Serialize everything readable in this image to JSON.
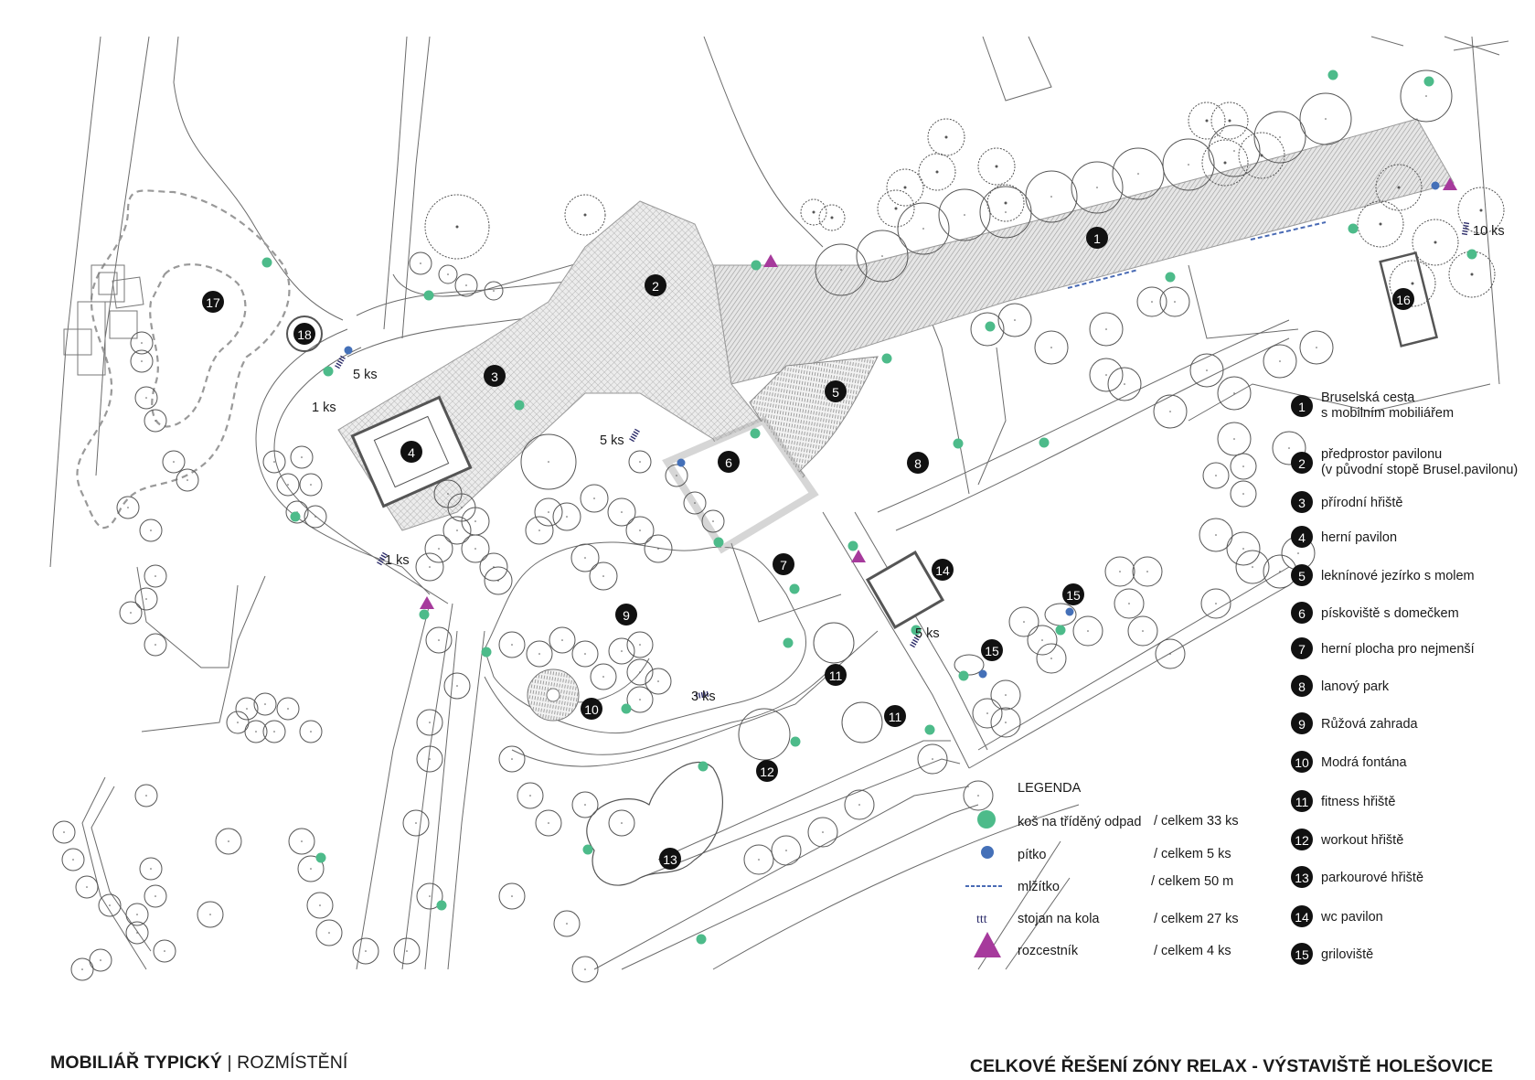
{
  "titles": {
    "left_bold": "MOBILIÁŘ TYPICKÝ",
    "left_separator": "|",
    "left_regular": "ROZMÍSTĚNÍ",
    "right": "CELKOVÉ ŘEŠENÍ ZÓNY RELAX - VÝSTAVIŠTĚ HOLEŠOVICE"
  },
  "colors": {
    "waste_bin": "#4dbb8a",
    "drinking_fountain": "#4470b8",
    "mister": "#4a6bb5",
    "bike_rack": "#2c2c6a",
    "signpost": "#a63a9c",
    "marker_fill": "#111111"
  },
  "legend": {
    "title": "LEGENDA",
    "items": [
      {
        "symbol": "green-dot-icon",
        "label": "koš na tříděný odpad",
        "total": "/ celkem 33 ks"
      },
      {
        "symbol": "blue-dot-icon",
        "label": "pítko",
        "total": "/ celkem 5 ks"
      },
      {
        "symbol": "dashed-line-icon",
        "label": "mlžítko",
        "total": "/ celkem 50 m"
      },
      {
        "symbol": "bike-rack-icon",
        "glyph": "ttt",
        "label": "stojan na kola",
        "total": "/ celkem 27 ks"
      },
      {
        "symbol": "triangle-icon",
        "label": "rozcestník",
        "total": "/ celkem 4 ks"
      }
    ]
  },
  "zones": [
    {
      "num": "1",
      "label_lines": [
        "Bruselská cesta",
        "s mobilním mobiliářem"
      ]
    },
    {
      "num": "2",
      "label_lines": [
        "předprostor pavilonu",
        "(v původní stopě Brusel.pavilonu)"
      ]
    },
    {
      "num": "3",
      "label_lines": [
        "přírodní hřiště"
      ]
    },
    {
      "num": "4",
      "label_lines": [
        "herní pavilon"
      ]
    },
    {
      "num": "5",
      "label_lines": [
        "leknínové jezírko s molem"
      ]
    },
    {
      "num": "6",
      "label_lines": [
        "pískoviště s domečkem"
      ]
    },
    {
      "num": "7",
      "label_lines": [
        "herní plocha pro nejmenší"
      ]
    },
    {
      "num": "8",
      "label_lines": [
        "lanový park"
      ]
    },
    {
      "num": "9",
      "label_lines": [
        "Růžová zahrada"
      ]
    },
    {
      "num": "10",
      "label_lines": [
        "Modrá fontána"
      ]
    },
    {
      "num": "11",
      "label_lines": [
        "fitness hřiště"
      ]
    },
    {
      "num": "12",
      "label_lines": [
        "workout hřiště"
      ]
    },
    {
      "num": "13",
      "label_lines": [
        "parkourové hřiště"
      ]
    },
    {
      "num": "14",
      "label_lines": [
        "wc pavilon"
      ]
    },
    {
      "num": "15",
      "label_lines": [
        "griloviště"
      ]
    }
  ],
  "map_markers": [
    "1",
    "2",
    "3",
    "4",
    "5",
    "6",
    "7",
    "8",
    "9",
    "10",
    "11",
    "11",
    "12",
    "13",
    "14",
    "15",
    "15",
    "16",
    "17",
    "18"
  ],
  "quantity_labels": [
    "10 ks",
    "5 ks",
    "1 ks",
    "5 ks",
    "1 ks",
    "3 ks",
    "5 ks"
  ]
}
